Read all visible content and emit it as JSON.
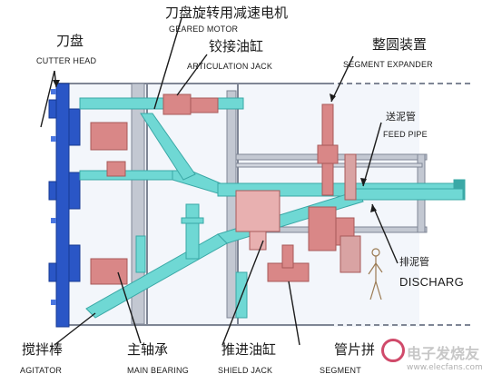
{
  "labels": {
    "cutter_head": {
      "cn": "刀盘",
      "en": "CUTTER HEAD"
    },
    "geared_motor": {
      "cn": "刀盘旋转用减速电机",
      "en": "GEARED MOTOR"
    },
    "articulation_jack": {
      "cn": "铰接油缸",
      "en": "ARTICULATION JACK"
    },
    "segment_expander": {
      "cn": "整圆装置",
      "en": "SEGMENT EXPANDER"
    },
    "feed_pipe": {
      "cn": "送泥管",
      "en": "FEED PIPE"
    },
    "discharge": {
      "cn": "排泥管",
      "en": "DISCHARG"
    },
    "agitator": {
      "cn": "搅拌棒",
      "en": "AGITATOR"
    },
    "main_bearing": {
      "cn": "主轴承",
      "en": "MAIN BEARING"
    },
    "shield_jack": {
      "cn": "推进油缸",
      "en": "SHIELD JACK"
    },
    "segment_erector": {
      "cn": "管片拼",
      "en": "SEGMENT"
    }
  },
  "watermark": {
    "line1": "电子发烧友",
    "line2": "www.elecfans.com"
  },
  "colors": {
    "cutter_blue": "#2a56c6",
    "pipe_cyan": "#6fd8d4",
    "machinery_pink": "#d98787",
    "frame_grey": "#7f8695",
    "background": "#ffffff"
  }
}
